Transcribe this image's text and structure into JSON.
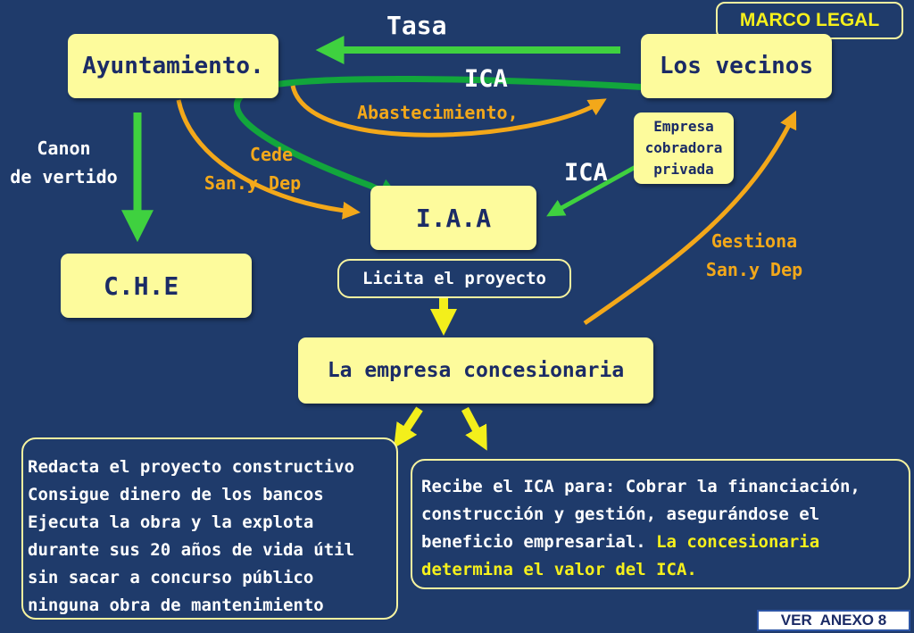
{
  "marco_legal": "MARCO LEGAL",
  "ver_anexo": "VER  ANEXO 8",
  "tasa": "Tasa",
  "ica_top": "ICA",
  "ica_right": "ICA",
  "abastecimiento": "Abastecimiento,",
  "canon": [
    "Canon",
    "de vertido"
  ],
  "cede": [
    "Cede",
    "San.y  Dep"
  ],
  "gestiona": [
    "Gestiona",
    "San.y  Dep"
  ],
  "boxes": {
    "ayuntamiento": "Ayuntamiento.",
    "vecinos": "Los vecinos",
    "empresa_cobradora": [
      "Empresa",
      "cobradora",
      "privada"
    ],
    "iaa": "I.A.A",
    "che": "C.H.E",
    "licita": "Licita el proyecto",
    "concesionaria": "La empresa concesionaria"
  },
  "left_text": [
    "Redacta el proyecto constructivo",
    "Consigue dinero de los bancos",
    "Ejecuta la obra y la explota",
    "durante sus 20 años de vida útil",
    "sin sacar a concurso público",
    "ninguna obra de mantenimiento"
  ],
  "right_text": {
    "line1": "Recibe el ICA para: Cobrar la financiación,",
    "line2": "construcción y gestión, asegurándose el",
    "line3_white": "beneficio empresarial. ",
    "line3_yellow": "La concesionaria",
    "line4_yellow": "determina el valor del ICA."
  },
  "colors": {
    "background": "#1f3b6b",
    "box_fill": "#fdfb9c",
    "box_text": "#1b2b66",
    "green_arrow": "#3fd13f",
    "dark_green_arrow": "#12a63c",
    "orange_arrow": "#f3a81a",
    "yellow_arrow": "#f3ef1b",
    "highlight_text": "#f6f01c"
  }
}
